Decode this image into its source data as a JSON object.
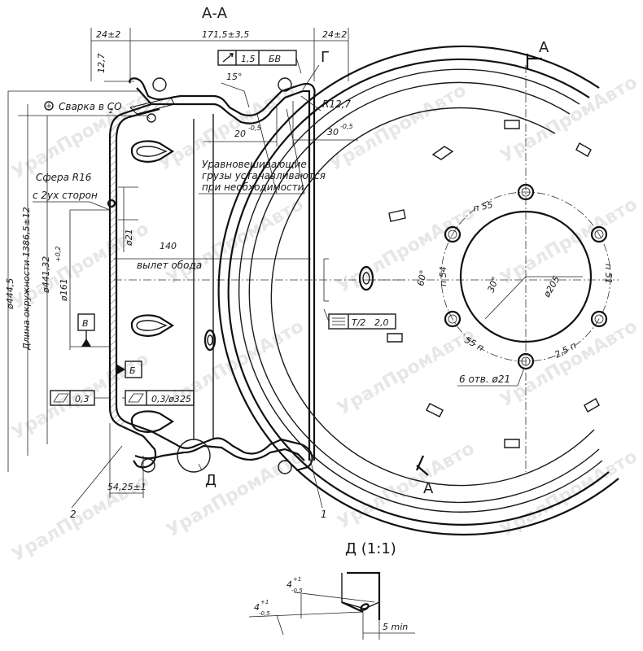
{
  "section": {
    "title": "А-А",
    "detail_title": "Д (1:1)"
  },
  "dims": {
    "rim_width": "171,5±3,5",
    "flange_left": "24±2",
    "flange_right": "24±2",
    "top_12_7": "12,7",
    "angle_15": "15°",
    "tol_runout_val": "1,5",
    "tol_runout_ref": "БВ",
    "view_g": "Г",
    "weld_note": "Сварка в CO",
    "weld_sub": "2",
    "radius_r127": "R12,7",
    "dim_20": "20",
    "dim_20_sup": "-0,5",
    "dim_30": "30",
    "dim_30_sup": "-0,5",
    "balance_l1": "Уравновешивающие",
    "balance_l2": "грузы устанавливаются",
    "balance_l3": "при необходимости",
    "sphere_l1": "Сфера R16",
    "sphere_l2": "с 2ух сторон",
    "d21_left": "ø21",
    "d161": "ø161",
    "d161_sup": "+0,2",
    "offset_140": "140",
    "offset_label": "вылет обода",
    "dia_4445": "ø444,5",
    "circumference": "Длина окружности 1386,5±12",
    "dia_44132": "ø441,32",
    "datum_v": "В",
    "datum_b": "Б",
    "tol_flat_val": "0,3",
    "tol_flat2_val": "0,3/ø325",
    "sym_t2": "T/2",
    "sym_val": "2,0",
    "dim_5425": "54,25±1",
    "pos_2": "2",
    "pos_1": "1",
    "label_d": "Д",
    "p55_top": "п 55",
    "p54_left": "п 54",
    "p51_right": "п 51",
    "ang_60": "60°",
    "ang_30": "30°",
    "d205": "ø205",
    "p55_bl": "55 п",
    "p55_br": "2,5 п",
    "holes_6": "6 отв. ø21",
    "arrow_a_top": "А",
    "arrow_a_bot": "А",
    "det_4_top": "4",
    "det_4_top_tol": "+1",
    "det_4_top_tol2": "-0,5",
    "det_4_left": "4",
    "det_4_left_tol": "+1",
    "det_4_left_tol2": "-0,5",
    "det_5min": "5 min"
  },
  "watermark": "УралПромАвто"
}
